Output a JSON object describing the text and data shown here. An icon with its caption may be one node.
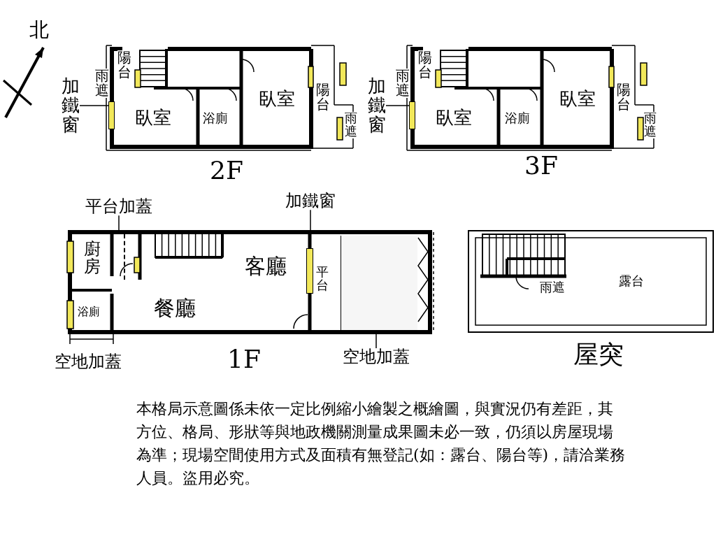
{
  "diagram": {
    "caption": "本格局示意圖係未依一定比例縮小繪製之概繪圖，與實況仍有差距，其方位、格局、形狀等與地政機關測量成果圖未必一致，仍須以房屋現場為準；現場空間使用方式及面積有無登記(如：露台、陽台等)，請洽業務人員。盜用必究。",
    "nodes": [
      {
        "text": [
          "加鐵窗"
        ]
      },
      {
        "text": [],
        "shape": "bar"
      },
      {
        "text": [
          "加鐵窗"
        ]
      },
      {
        "text": [],
        "shape": "bar"
      },
      {
        "text": [
          "平台加蓋"
        ]
      },
      {
        "text": [],
        "shape": "box"
      },
      {
        "text": [
          "加鐵窗"
        ]
      },
      {
        "text": [],
        "shape": "bar"
      },
      {
        "text": [
          "空地加蓋"
        ]
      },
      {
        "text": [],
        "shape": "box"
      }
    ],
    "edges": [
      {
        "from": 0,
        "to": 1,
        "arrow": "none"
      },
      {
        "from": 2,
        "to": 3,
        "arrow": "none"
      },
      {
        "from": 4,
        "to": 5,
        "arrow": "none"
      },
      {
        "from": 6,
        "to": 7,
        "arrow": "none"
      },
      {
        "from": 8,
        "to": 9,
        "arrow": "none"
      }
    ],
    "labels": [
      "北",
      "陽台",
      "雨遮",
      "臥室",
      "浴廁",
      "臥室",
      "陽台",
      "雨遮",
      "2F",
      "陽台",
      "雨遮",
      "臥室",
      "浴廁",
      "臥室",
      "陽台",
      "雨遮",
      "3F",
      "廚房",
      "浴廁",
      "餐廳",
      "客廳",
      "平台",
      "1F",
      "空地加蓋",
      "雨遮",
      "露台",
      "屋突"
    ]
  }
}
